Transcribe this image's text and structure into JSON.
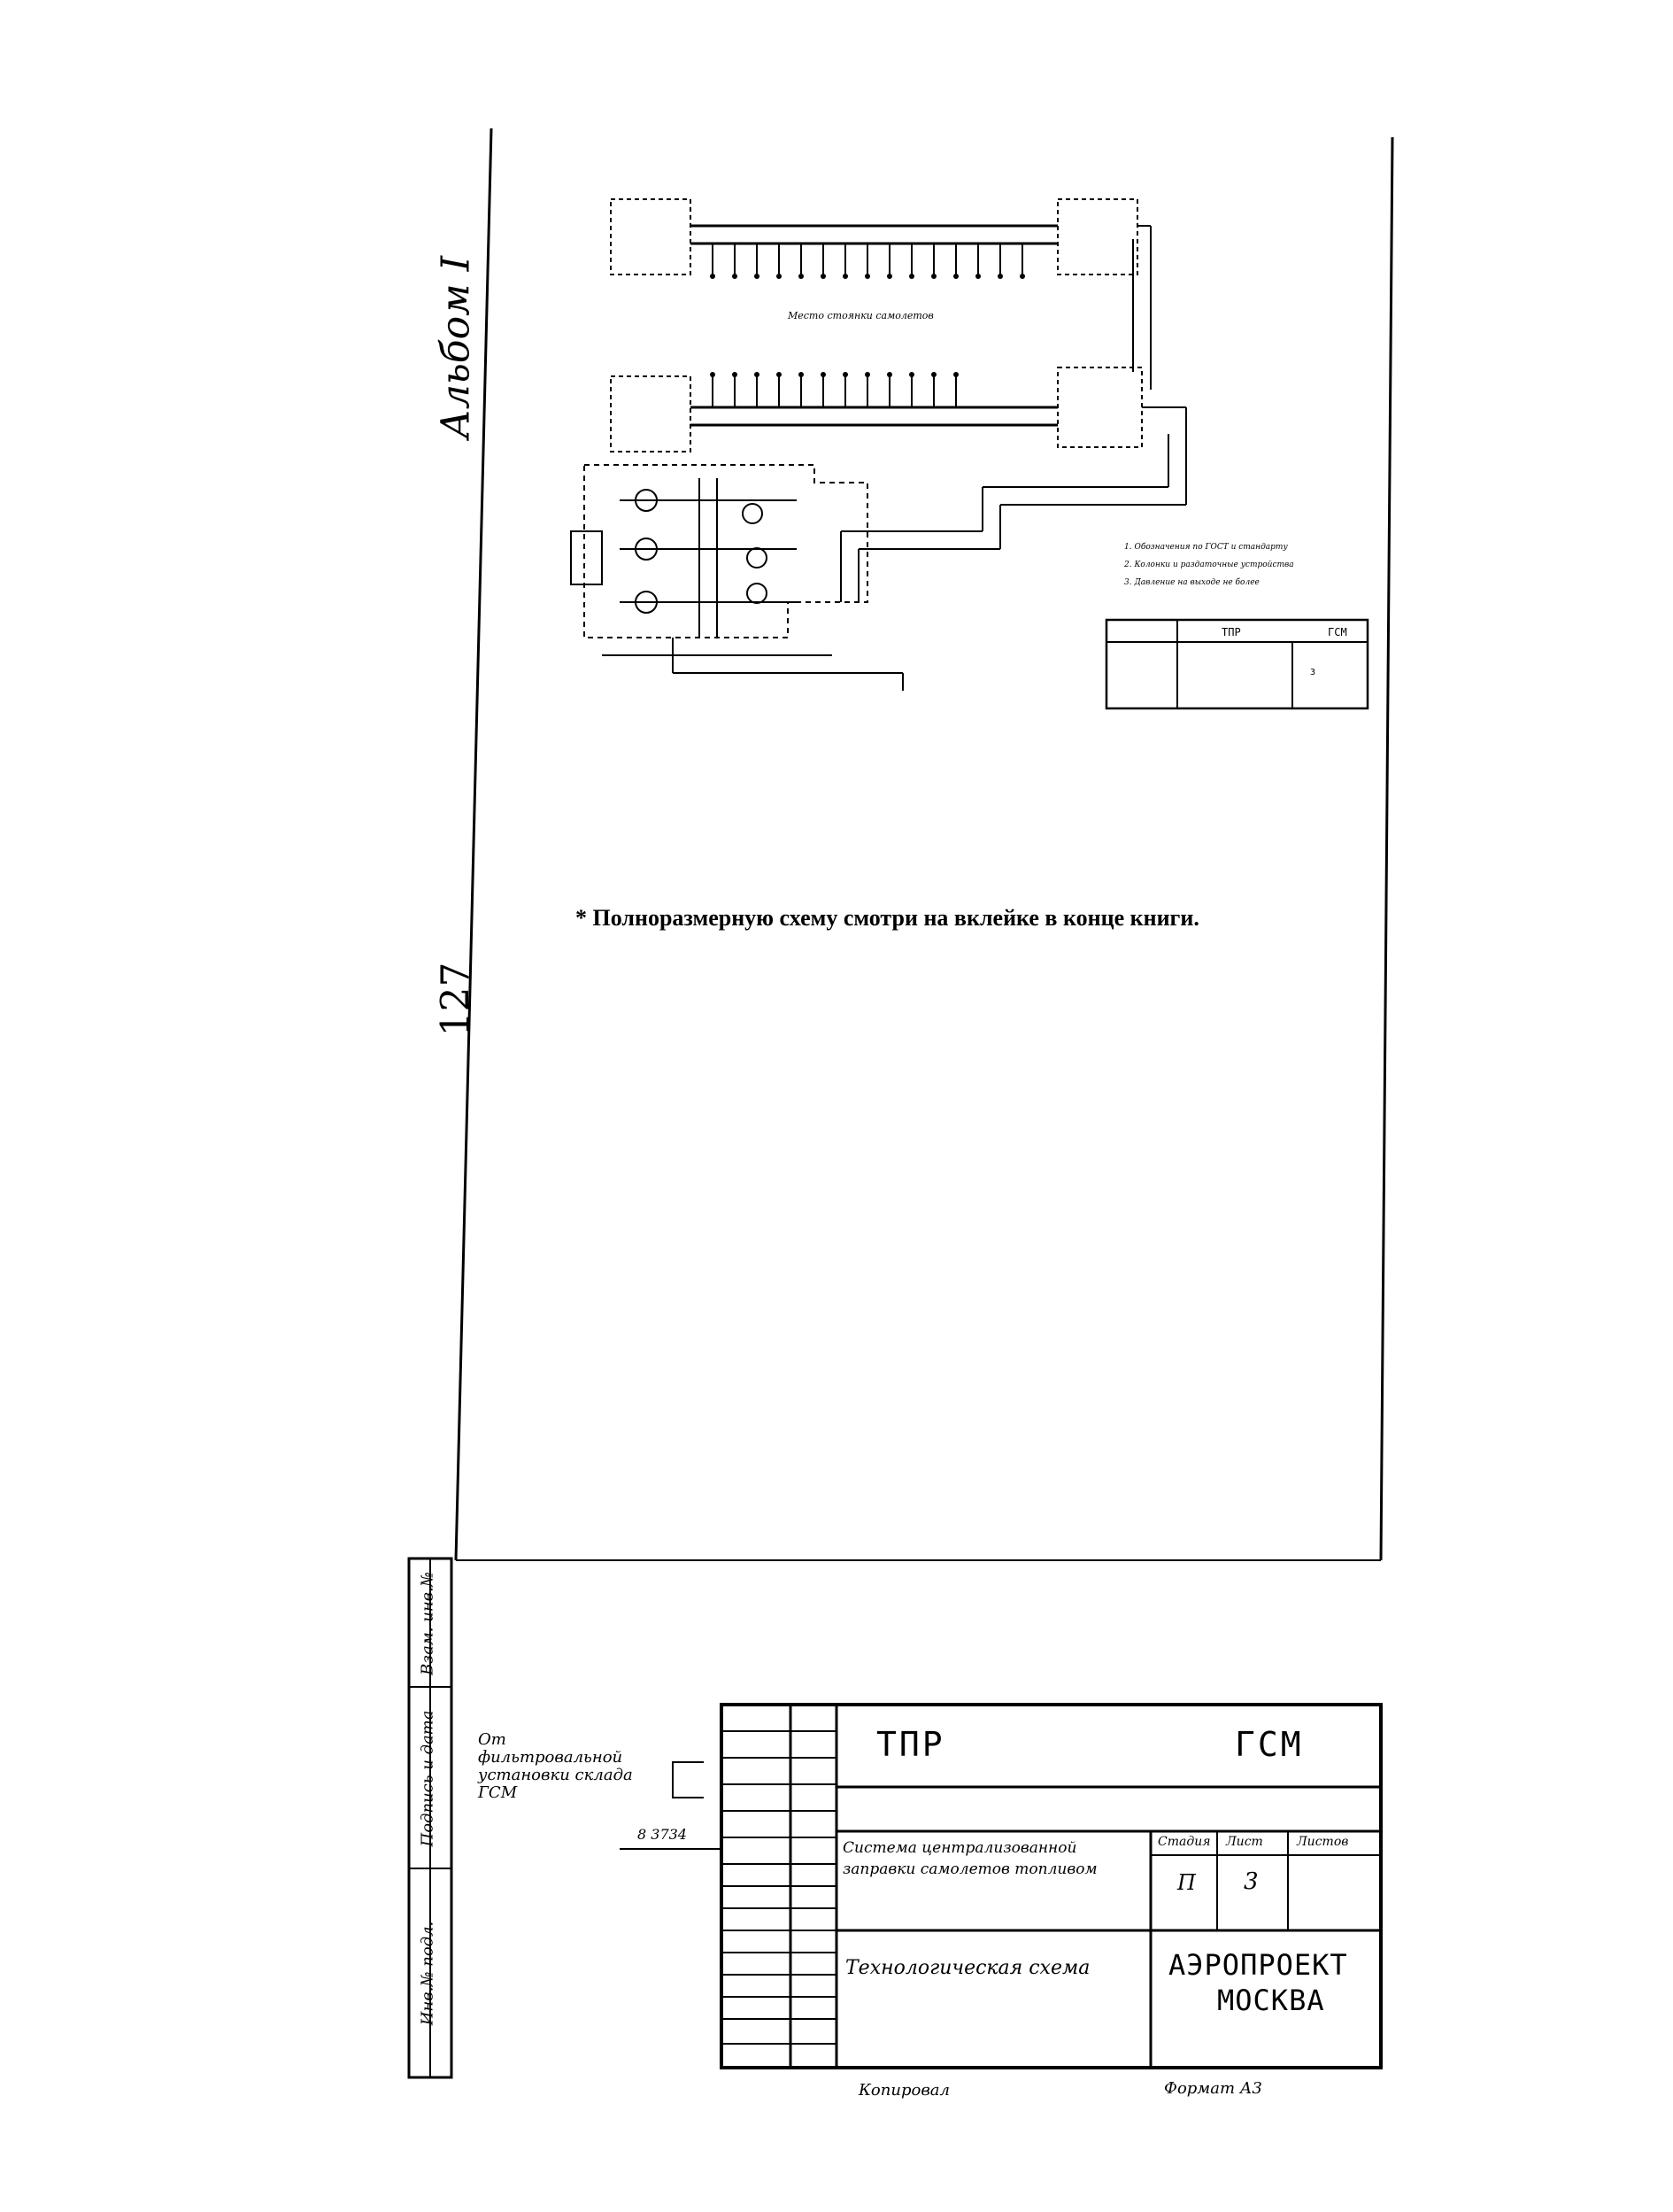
{
  "sheet": {
    "album_label": "Альбом I",
    "page_number": "127",
    "footnote": "* Полноразмерную схему смотри на вклейке в конце книги."
  },
  "schematic": {
    "middle_label": "Место стоянки самолетов",
    "notes": [
      "1. Обозначения по ГОСТ и стандарту",
      "2. Колонки и раздаточные устройства",
      "3. Давление на выходе не более"
    ],
    "mini_stamp": {
      "left": "ТПР",
      "right": "ГСМ"
    },
    "section_number": "3"
  },
  "title_block": {
    "left_column": [
      "Инв.№ подл.",
      "Подпись и дата",
      "Взам. инв.№"
    ],
    "note": "От фильтровальной установки склада ГСМ",
    "code": "8 3734",
    "project": "ТПР",
    "object": "ГСМ",
    "description": "Система централизованной заправки самолетов топливом",
    "drawing_title": "Технологическая схема",
    "stage_label": "Стадия",
    "sheet_label": "Лист",
    "sheets_label": "Листов",
    "stage_value": "П",
    "sheet_value": "3",
    "organization_line1": "АЭРОПРОЕКТ",
    "organization_line2": "МОСКВА",
    "bottom_left": "Копировал",
    "bottom_right": "Формат А3"
  }
}
